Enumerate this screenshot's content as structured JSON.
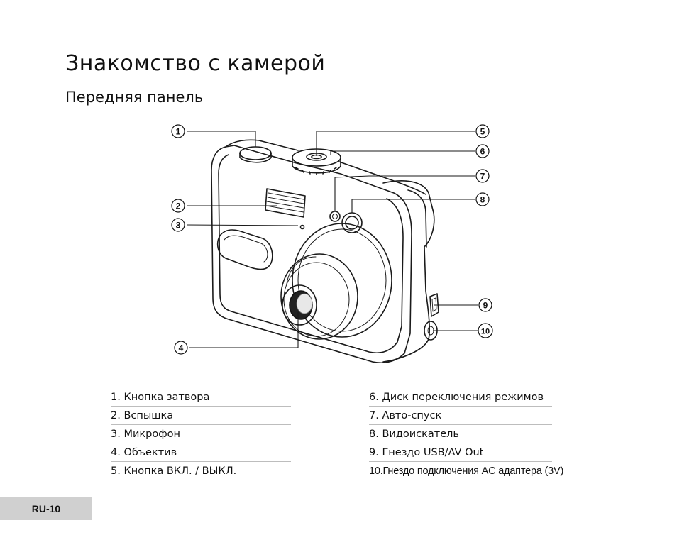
{
  "heading": "Знакомство с камерой",
  "subheading": "Передняя панель",
  "callouts": [
    "1",
    "2",
    "3",
    "4",
    "5",
    "6",
    "7",
    "8",
    "9",
    "10"
  ],
  "parts_left": [
    "1. Кнопка затвора",
    "2. Вспышка",
    "3. Микрофон",
    "4. Объектив",
    "5. Кнопка ВКЛ. / ВЫКЛ."
  ],
  "parts_right": [
    "6. Диск переключения режимов",
    "7. Авто-спуск",
    "8. Видоискатель",
    "9. Гнездо USB/AV Out",
    "10.Гнездо подключения AC адаптера (3V)"
  ],
  "page_number": "RU-10",
  "image": {
    "type": "line-drawing",
    "subject": "digital camera front view"
  }
}
